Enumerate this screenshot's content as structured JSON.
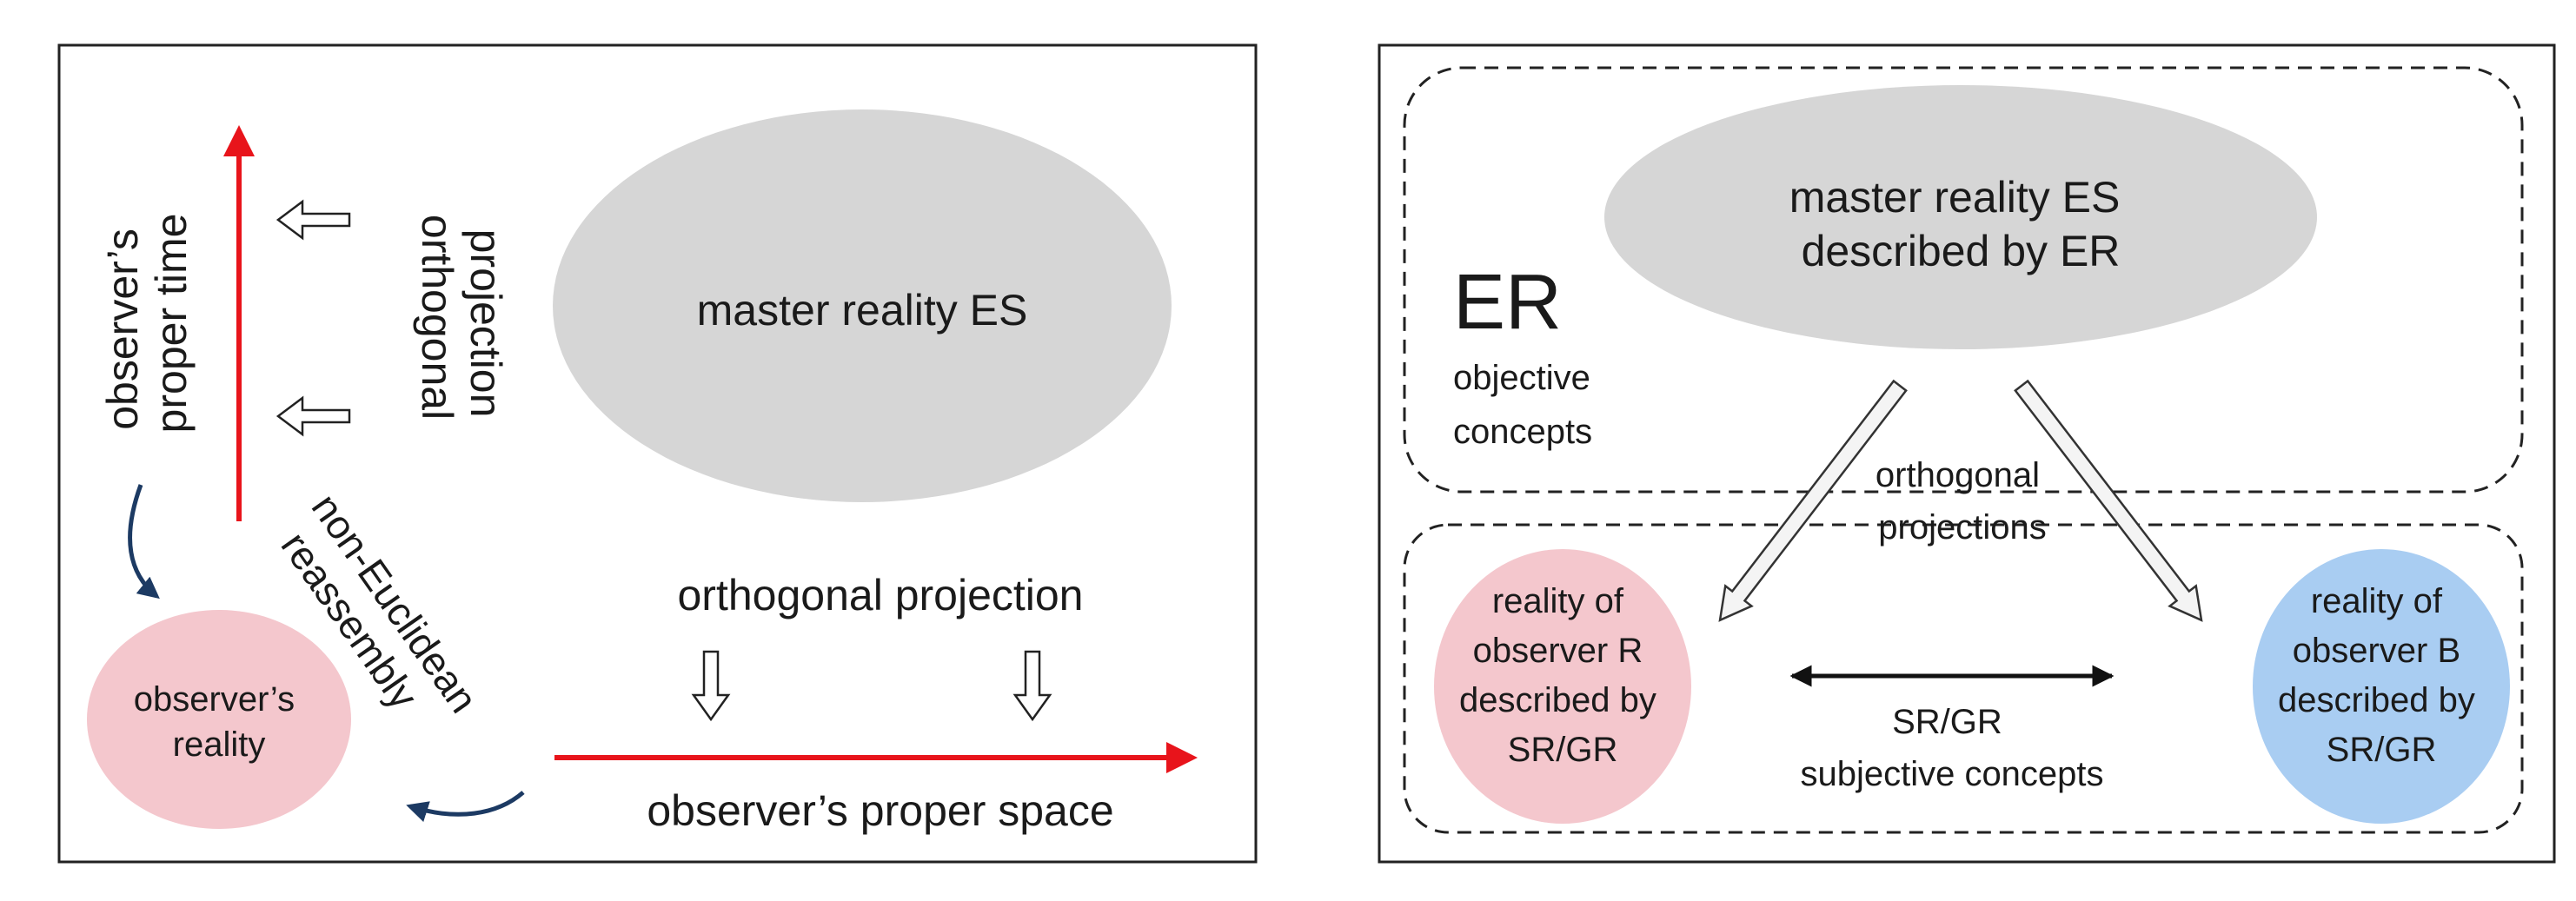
{
  "colors": {
    "frame": "#222222",
    "gray_ellipse": "#d6d6d6",
    "pink_ellipse": "#f4c7cd",
    "blue_ellipse": "#a9cdf2",
    "red_axis": "#e8141b",
    "curved_arrow": "#1c3a63",
    "hollow_arrow_fill": "#ffffff",
    "text": "#1a1a1a"
  },
  "left_panel": {
    "master_label": "master reality ES",
    "time_axis_label": [
      "observer’s",
      "proper time"
    ],
    "time_projection_label": [
      "orthogonal",
      "projection"
    ],
    "space_projection_label": "orthogonal projection",
    "space_axis_label": "observer’s proper space",
    "reassembly_label": [
      "non-Euclidean",
      "reassembly"
    ],
    "observer_reality_label": [
      "observer’s",
      "reality"
    ]
  },
  "right_panel": {
    "master_label": [
      "master reality ES",
      "described by ER"
    ],
    "er_title": "ER",
    "er_subtitle": [
      "objective",
      "concepts"
    ],
    "projections_label": [
      "orthogonal",
      "projections"
    ],
    "observer_r_label": [
      "reality of",
      "observer R",
      "described by",
      "SR/GR"
    ],
    "observer_b_label": [
      "reality of",
      "observer B",
      "described by",
      "SR/GR"
    ],
    "link_label": [
      "SR/GR",
      "subjective concepts"
    ]
  }
}
